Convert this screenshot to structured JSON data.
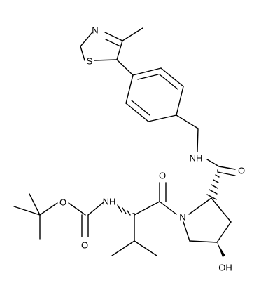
{
  "structure": {
    "labels": {
      "thiazole_n": "N",
      "thiazole_s": "S",
      "amide_nh": "NH",
      "amide_o": "O",
      "carbamate_nh": "NH",
      "carbamate_o_ether": "O",
      "carbamate_o": "O",
      "valine_o": "O",
      "pyrrolidine_n": "N",
      "hydroxyl_oh": "OH"
    },
    "colors": {
      "line": "#000000",
      "background": "#ffffff"
    }
  }
}
